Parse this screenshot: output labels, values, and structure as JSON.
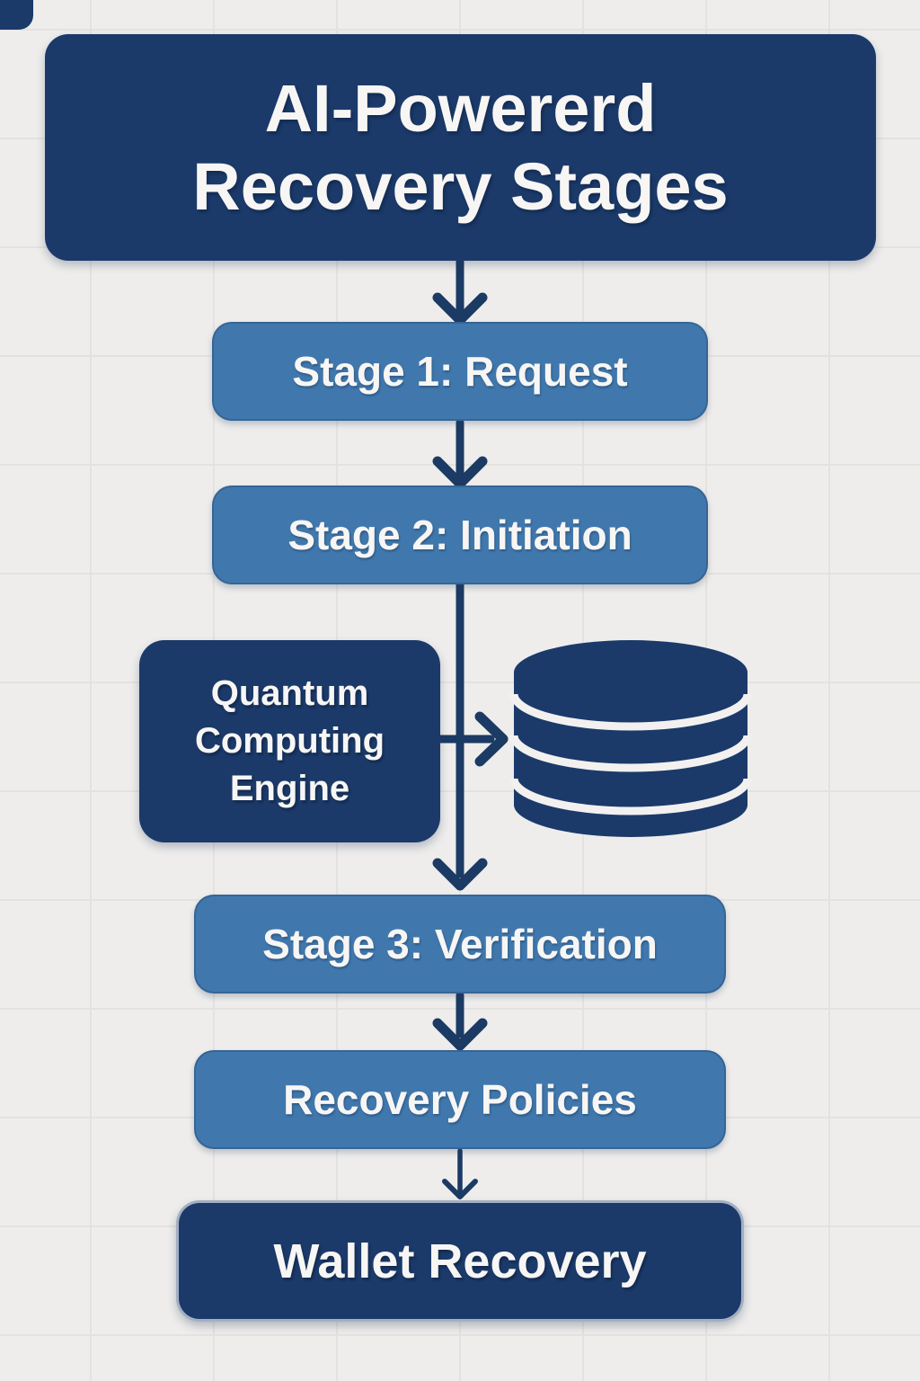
{
  "title": {
    "line1": "AI-Powererd",
    "line2": "Recovery Stages"
  },
  "nodes": {
    "stage1": "Stage 1: Request",
    "stage2": "Stage 2: Initiation",
    "quantum_engine": "Quantum Computing Engine",
    "stage3": "Stage 3: Verification",
    "policies": "Recovery Policies",
    "wallet": "Wallet Recovery"
  },
  "icons": {
    "database": "database-icon"
  },
  "flow": {
    "edges": [
      "title -> stage1",
      "stage1 -> stage2",
      "stage2 -> stage3",
      "quantum_engine -> database",
      "stage3 -> policies",
      "policies -> wallet"
    ]
  },
  "colors": {
    "navy": "#1b3a6a",
    "blue": "#4078ad",
    "arrow": "#1b3a64",
    "background": "#eeedec",
    "grid": "#e4e2e0",
    "text": "#f7f6f4"
  }
}
